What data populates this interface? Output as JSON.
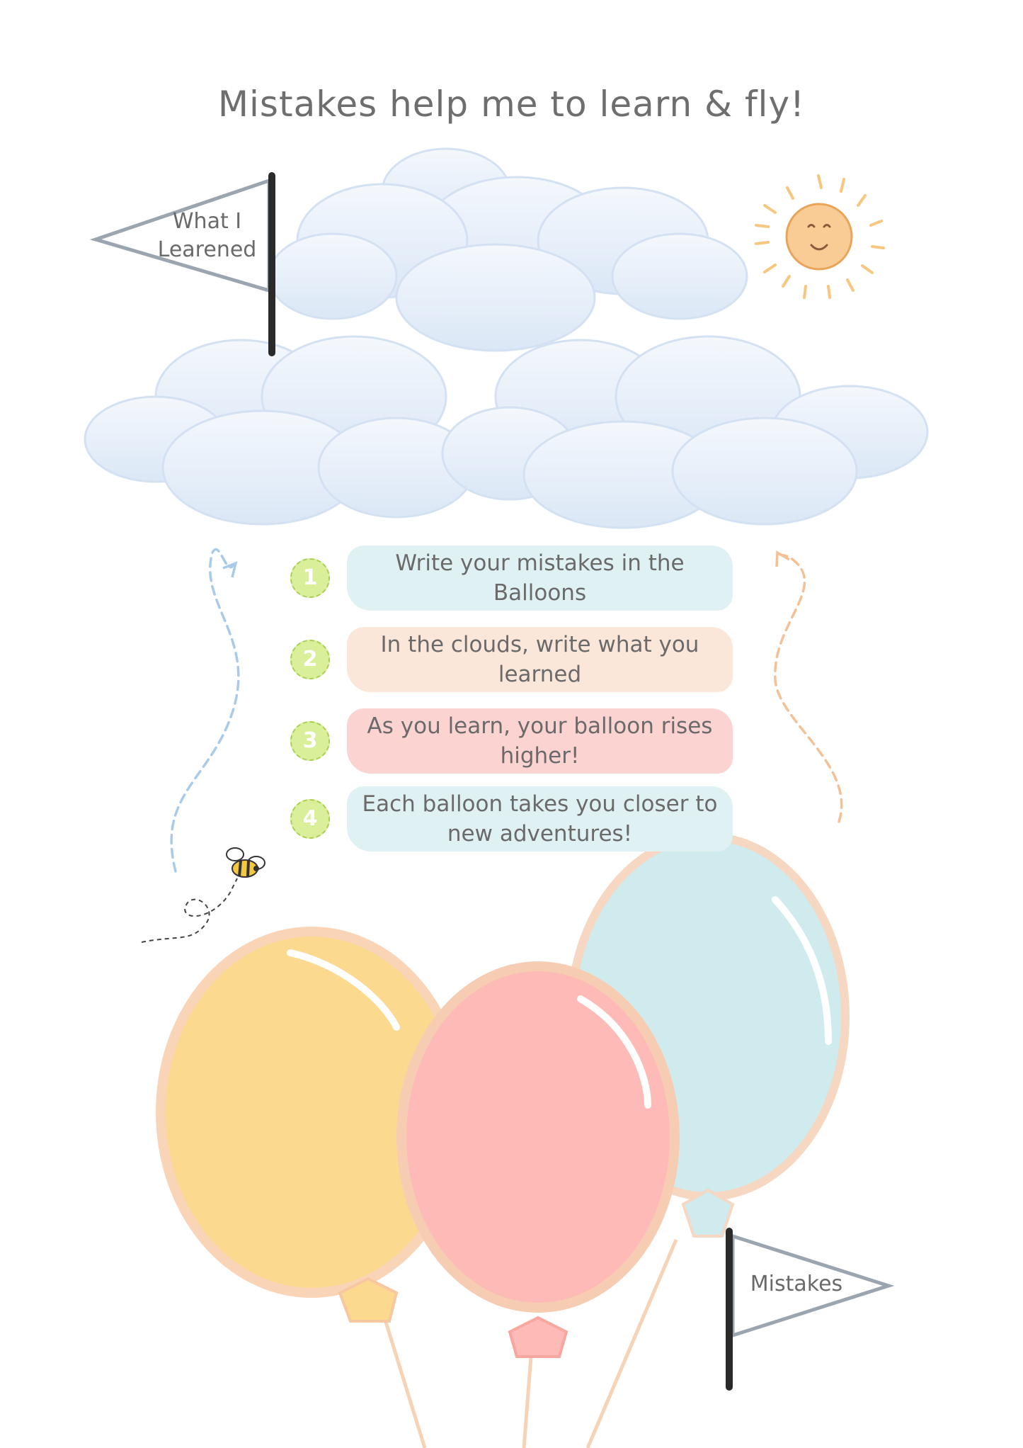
{
  "title": "Mistakes help me to learn & fly!",
  "flags": {
    "top_label": "What I\nLearened",
    "bottom_label": "Mistakes"
  },
  "steps": [
    {
      "number": "1",
      "text": "Write your mistakes in the Balloons",
      "color": "#dff1f2"
    },
    {
      "number": "2",
      "text": "In the clouds, write what you learned",
      "color": "#fbe7da"
    },
    {
      "number": "3",
      "text": "As you learn, your balloon rises higher!",
      "color": "#fbd3d1"
    },
    {
      "number": "4",
      "text": "Each balloon takes you closer to new adventures!",
      "color": "#dff1f2"
    }
  ],
  "balloons": [
    {
      "name": "yellow",
      "color": "#fbd98f"
    },
    {
      "name": "pink",
      "color": "#fdbab6"
    },
    {
      "name": "blue",
      "color": "#cfebee"
    }
  ],
  "icons": [
    "sun-icon",
    "bee-icon",
    "cloud-icon",
    "balloon-icon",
    "pennant-flag-icon",
    "dashed-arrow-icon"
  ]
}
